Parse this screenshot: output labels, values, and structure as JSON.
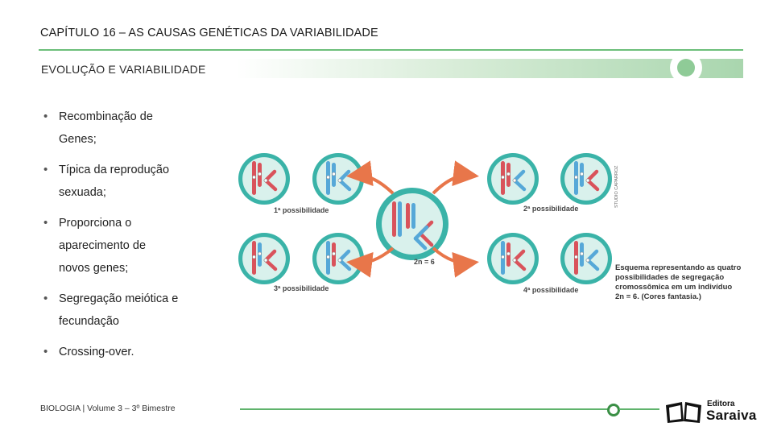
{
  "header": {
    "chapter": "CAPÍTULO 16 – AS CAUSAS GENÉTICAS DA VARIABILIDADE",
    "section": "EVOLUÇÃO E VARIABILIDADE"
  },
  "bullets": [
    {
      "lines": [
        "Recombinação de",
        "Genes;"
      ]
    },
    {
      "lines": [
        "Típica da reprodução",
        "sexuada;"
      ]
    },
    {
      "lines": [
        "Proporciona o",
        "aparecimento de",
        "novos genes;"
      ]
    },
    {
      "lines": [
        "Segregação meiótica e",
        "fecundação"
      ]
    },
    {
      "lines": [
        "Crossing-over."
      ]
    }
  ],
  "figure": {
    "labels": {
      "p1": "1ª possibilidade",
      "p2": "2ª possibilidade",
      "p3": "3ª possibilidade",
      "p4": "4ª possibilidade",
      "center": "2n = 6",
      "credit": "STUDIO CAPARROZ"
    },
    "caption": [
      "Esquema representando as quatro",
      "possibilidades de segregação",
      "cromossômica em um indivíduo",
      "2n = 6. (Cores fantasia.)"
    ],
    "colors": {
      "cell_outer": "#3ab3a8",
      "cell_inner": "#d9f1ec",
      "red": "#d9535b",
      "blue": "#56a8d8",
      "arrow": "#e8764a"
    }
  },
  "footer": {
    "book": "BIOLOGIA  | Volume 3 – 3º Bimestre",
    "publisher_small": "Editora",
    "publisher_big": "Saraiva",
    "accent": "#5fb36c"
  }
}
